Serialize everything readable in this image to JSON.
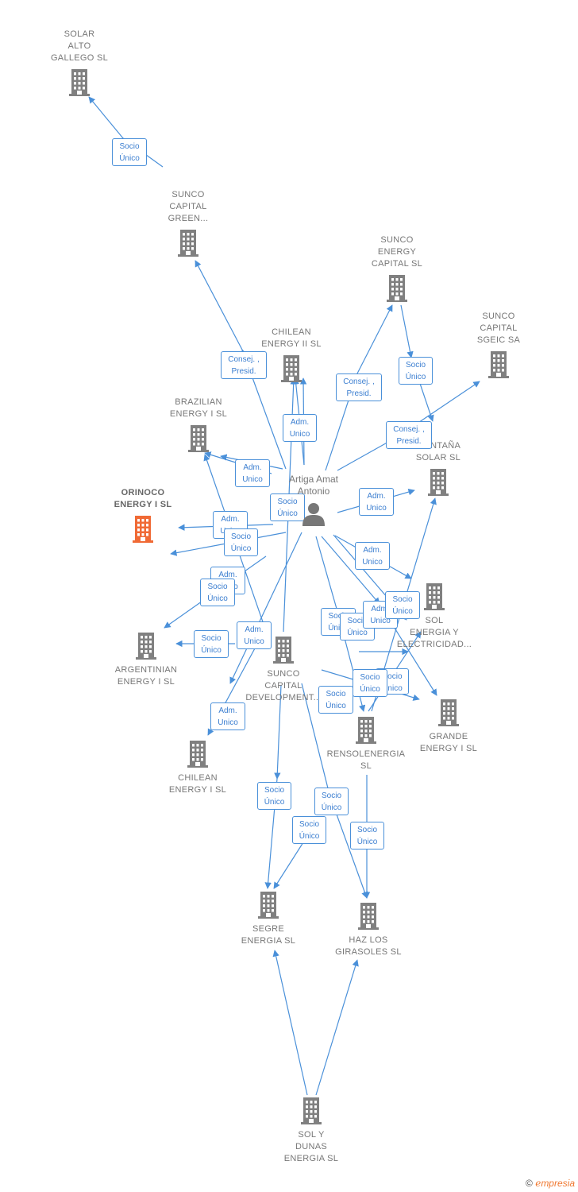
{
  "nodes": [
    {
      "id": "solar_alto_gallego",
      "lines": [
        "SOLAR",
        "ALTO",
        "GALLEGO  SL"
      ],
      "main": false
    },
    {
      "id": "sunco_capital_green",
      "lines": [
        "SUNCO",
        "CAPITAL",
        "GREEN..."
      ],
      "main": false
    },
    {
      "id": "sunco_energy_capital",
      "lines": [
        "SUNCO",
        "ENERGY",
        "CAPITAL  SL"
      ],
      "main": false
    },
    {
      "id": "sunco_capital_sgeic",
      "lines": [
        "SUNCO",
        "CAPITAL",
        "SGEIC SA"
      ],
      "main": false
    },
    {
      "id": "chilean_energy_ii",
      "lines": [
        "CHILEAN",
        "ENERGY II  SL"
      ],
      "main": false
    },
    {
      "id": "brazilian_energy_i",
      "lines": [
        "BRAZILIAN",
        "ENERGY I  SL"
      ],
      "main": false
    },
    {
      "id": "orinoco_energy_i",
      "lines": [
        "ORINOCO",
        "ENERGY I  SL"
      ],
      "main": true
    },
    {
      "id": "montana_solar",
      "lines": [
        "MONTAÑA",
        "SOLAR  SL"
      ],
      "main": false
    },
    {
      "id": "sol_energia",
      "lines": [
        "SOL",
        "ENERGIA Y",
        "ELECTRICIDAD..."
      ],
      "main": false
    },
    {
      "id": "argentinian_energy_i",
      "lines": [
        "ARGENTINIAN",
        "ENERGY I  SL"
      ],
      "main": false
    },
    {
      "id": "sunco_capital_development",
      "lines": [
        "SUNCO",
        "CAPITAL",
        "DEVELOPMENT..."
      ],
      "main": false
    },
    {
      "id": "grande_energy_i",
      "lines": [
        "GRANDE",
        "ENERGY I  SL"
      ],
      "main": false
    },
    {
      "id": "rensolenergia",
      "lines": [
        "RENSOLENERGIA",
        "SL"
      ],
      "main": false
    },
    {
      "id": "chilean_energy_i",
      "lines": [
        "CHILEAN",
        "ENERGY I  SL"
      ],
      "main": false
    },
    {
      "id": "segre_energia",
      "lines": [
        "SEGRE",
        "ENERGIA  SL"
      ],
      "main": false
    },
    {
      "id": "haz_los_girasoles",
      "lines": [
        "HAZ LOS",
        "GIRASOLES  SL"
      ],
      "main": false
    },
    {
      "id": "sol_y_dunas",
      "lines": [
        "SOL Y",
        "DUNAS",
        "ENERGIA  SL"
      ],
      "main": false
    }
  ],
  "person": {
    "lines": [
      "Artiga Amat",
      "Antonio"
    ],
    "icon": "person-icon"
  },
  "edge_labels": [
    {
      "lines": [
        "Socio",
        "Único"
      ]
    },
    {
      "lines": [
        "Consej. ,",
        "Presid."
      ]
    },
    {
      "lines": [
        "Consej. ,",
        "Presid."
      ]
    },
    {
      "lines": [
        "Socio",
        "Único"
      ]
    },
    {
      "lines": [
        "Consej. ,",
        "Presid."
      ]
    },
    {
      "lines": [
        "Adm.",
        "Unico"
      ]
    },
    {
      "lines": [
        "Adm.",
        "Unico"
      ]
    },
    {
      "lines": [
        "Socio",
        "Único"
      ]
    },
    {
      "lines": [
        "Adm.",
        "Unico"
      ]
    },
    {
      "lines": [
        "Adm.",
        "Unico"
      ]
    },
    {
      "lines": [
        "Socio",
        "Único"
      ]
    },
    {
      "lines": [
        "Adm.",
        "Unico"
      ]
    },
    {
      "lines": [
        "Adm.",
        "Unico"
      ]
    },
    {
      "lines": [
        "Socio",
        "Único"
      ]
    },
    {
      "lines": [
        "Socio",
        "Único"
      ]
    },
    {
      "lines": [
        "Adm.",
        "Unico"
      ]
    },
    {
      "lines": [
        "Adm.",
        "Unico"
      ]
    },
    {
      "lines": [
        "Socio",
        "Único"
      ]
    },
    {
      "lines": [
        "Socio",
        "Único"
      ]
    },
    {
      "lines": [
        "Adm.",
        "Unico"
      ]
    },
    {
      "lines": [
        "Socio",
        "Único"
      ]
    },
    {
      "lines": [
        "Socio",
        "Único"
      ]
    },
    {
      "lines": [
        "Socio",
        "Único"
      ]
    },
    {
      "lines": [
        "Socio",
        "Único"
      ]
    },
    {
      "lines": [
        "Socio",
        "Único"
      ]
    },
    {
      "lines": [
        "Socio",
        "Único"
      ]
    },
    {
      "lines": [
        "Socio",
        "Único"
      ]
    },
    {
      "lines": [
        "Socio",
        "Único"
      ]
    }
  ],
  "colors": {
    "edge": "#4a90d9",
    "building": "#808080",
    "highlight": "#f06a35"
  },
  "footer": {
    "copyright": "©",
    "brand_initial": "e",
    "brand_rest": "mpresia"
  }
}
